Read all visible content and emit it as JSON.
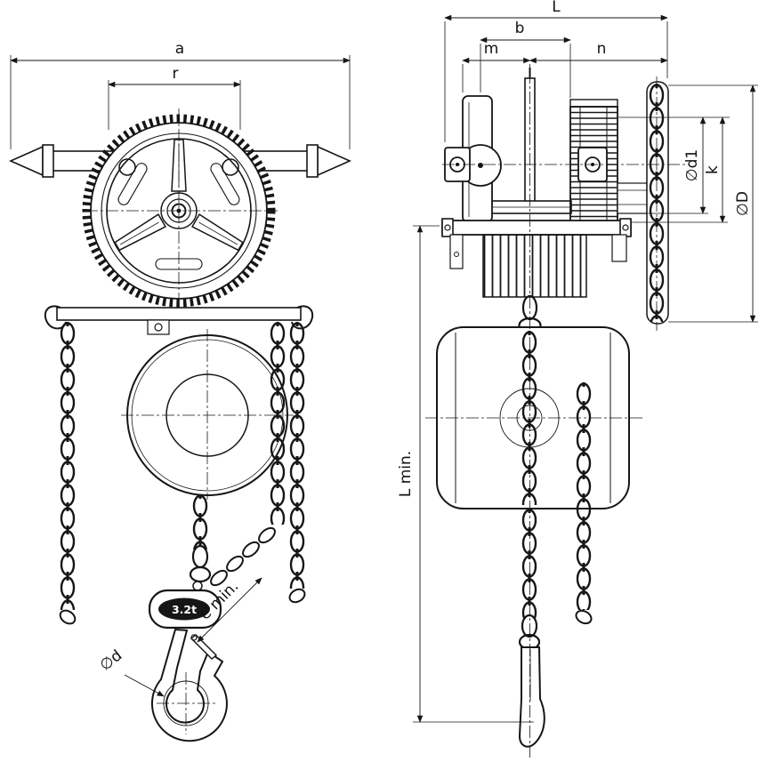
{
  "drawing": {
    "capacity": "3.2t",
    "dims": {
      "a": "a",
      "r": "r",
      "L": "L",
      "b": "b",
      "m": "m",
      "n": "n",
      "d1": "∅d1",
      "k": "k",
      "D": "∅D",
      "l_min": "L min.",
      "e_min": "e min.",
      "d": "∅d"
    },
    "colors": {
      "line": "#161616",
      "background": "#ffffff"
    }
  }
}
